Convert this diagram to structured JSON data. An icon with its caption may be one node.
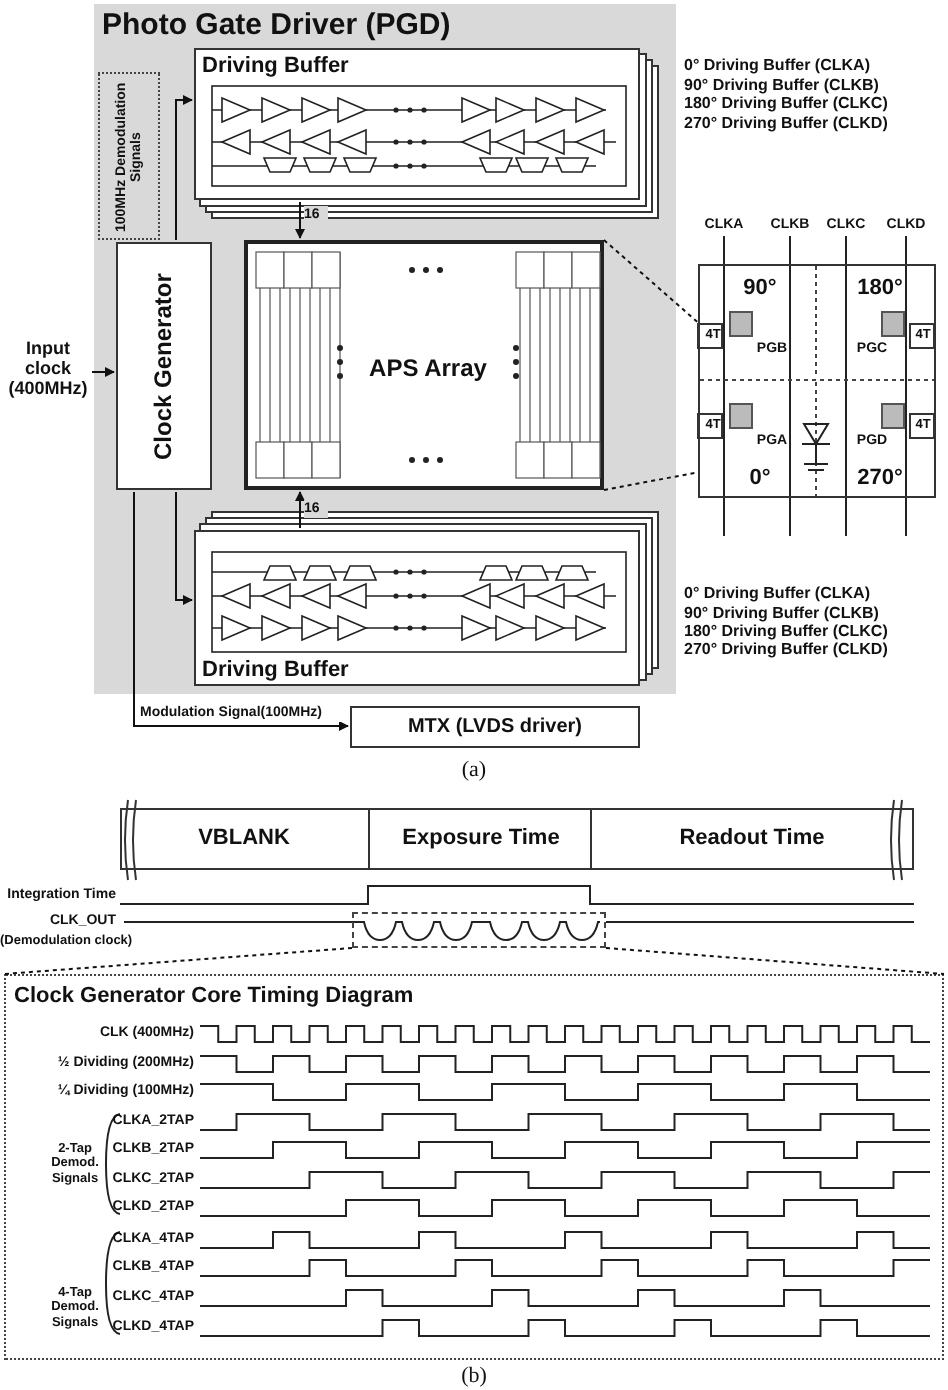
{
  "diagram": {
    "nodes": [
      {
        "text": [
          "Photo Gate Driver (PGD)"
        ]
      },
      {
        "text": [
          "Driving Buffer"
        ],
        "in": 0
      },
      {
        "text": [
          "100MHz Demodulation Signals"
        ],
        "in": 0
      },
      {
        "text": [
          "Clock Generator"
        ],
        "in": 0
      },
      {
        "text": [
          "APS Array"
        ],
        "in": 0
      },
      {
        "text": [
          "Driving Buffer"
        ],
        "in": 0
      },
      {
        "text": [
          "Input clock (400MHz)"
        ]
      },
      {
        "text": [
          "MTX (LVDS driver)"
        ]
      },
      {
        "text": [
          "90°",
          "180°",
          "4T",
          "PGB",
          "PGC",
          "4T",
          "4T",
          "PGA",
          "PGD",
          "4T",
          "0°",
          "270°"
        ]
      },
      {
        "text": [
          "VBLANK"
        ]
      },
      {
        "text": [
          "Exposure Time"
        ]
      },
      {
        "text": [
          "Readout Time"
        ]
      },
      {
        "text": [
          "Clock Generator Core Timing Diagram"
        ]
      },
      {
        "text": [],
        "shape": "box"
      }
    ],
    "edges": [
      {
        "from": 6,
        "to": 3,
        "arrow": "to"
      },
      {
        "from": 3,
        "to": 7,
        "arrow": "to",
        "label": "Modulation Signal(100MHz)"
      },
      {
        "from": 3,
        "to": 1,
        "arrow": "to"
      },
      {
        "from": 3,
        "to": 5,
        "arrow": "to"
      },
      {
        "from": 1,
        "to": 4,
        "arrow": "to",
        "label": "16"
      },
      {
        "from": 5,
        "to": 4,
        "arrow": "to",
        "label": "16"
      },
      {
        "from": 4,
        "to": 8,
        "arrow": "none",
        "style": "dashed"
      },
      {
        "from": 13,
        "to": 12,
        "arrow": "none",
        "style": "dashed"
      }
    ],
    "labels": [
      "0° Driving Buffer (CLKA)",
      "90° Driving Buffer (CLKB)",
      "180° Driving Buffer (CLKC)",
      "270° Driving Buffer (CLKD)",
      "CLKA",
      "CLKB",
      "CLKC",
      "CLKD",
      "0° Driving Buffer (CLKA)",
      "90° Driving Buffer (CLKB)",
      "180° Driving Buffer (CLKC)",
      "270° Driving Buffer (CLKD)",
      "(a)",
      "Integration Time",
      "CLK_OUT",
      "(Demodulation clock)",
      "CLK (400MHz)",
      "½ Dividing (200MHz)",
      "¼ Dividing (100MHz)",
      "2-Tap Demod. Signals",
      "CLKA_2TAP",
      "CLKB_2TAP",
      "CLKC_2TAP",
      "CLKD_2TAP",
      "4-Tap Demod. Signals",
      "CLKA_4TAP",
      "CLKB_4TAP",
      "CLKC_4TAP",
      "CLKD_4TAP",
      "(b)"
    ]
  }
}
